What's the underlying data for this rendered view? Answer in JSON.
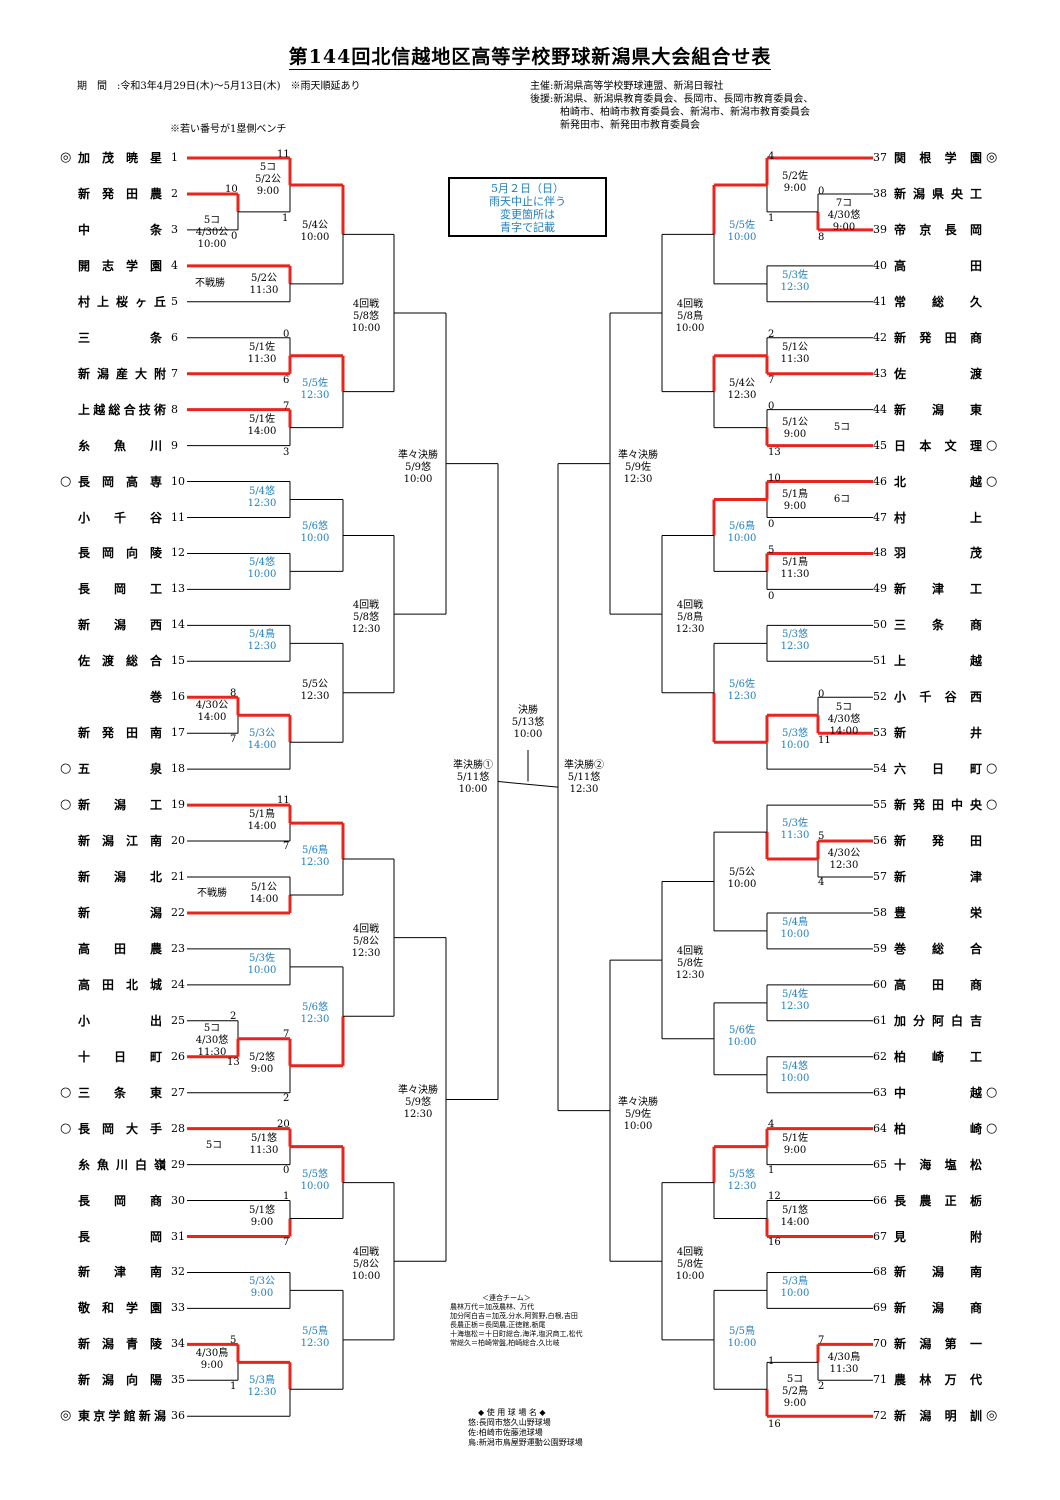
{
  "title": "第144回北信越地区高等学校野球新潟県大会組合せ表",
  "period": "期　間　:令和3年4月29日(木)～5月13日(木)　※雨天順延あり",
  "sponsor": "主催:新潟県高等学校野球連盟、新潟日報社\n後援:新潟県、新潟県教育委員会、長岡市、長岡市教育委員会、\n　　　柏崎市、柏崎市教育委員会、新潟市、新潟市教育委員会\n　　　新発田市、新発田市教育委員会",
  "bench_note": "※若い番号が1塁側ベンチ",
  "change_note": "5月２日（日）\n雨天中止に伴う\n変更箇所は\n青字で記載",
  "left_teams": [
    "加茂暁星",
    "新発田農",
    "中条",
    "開志学園",
    "村上桜ヶ丘",
    "三条",
    "新潟産大附",
    "上越総合技術",
    "糸魚川",
    "長岡高専",
    "小千谷",
    "長岡向陵",
    "長岡工",
    "新潟西",
    "佐渡総合",
    "巻",
    "新発田南",
    "五泉",
    "新潟工",
    "新潟江南",
    "新潟北",
    "新潟",
    "高田農",
    "高田北城",
    "小出",
    "十日町",
    "三条東",
    "長岡大手",
    "糸魚川白嶺",
    "長岡商",
    "長岡",
    "新津南",
    "敬和学園",
    "新潟青陵",
    "新潟向陽",
    "東京学館新潟"
  ],
  "right_teams": [
    "関根学園",
    "新潟県央工",
    "帝京長岡",
    "高田",
    "常総久",
    "新発田商",
    "佐渡",
    "新潟東",
    "日本文理",
    "北越",
    "村上",
    "羽茂",
    "新津工",
    "三条商",
    "上越",
    "小千谷西",
    "新井",
    "六日町",
    "新発田中央",
    "新発田",
    "新津",
    "豊栄",
    "巻総合",
    "高田商",
    "加分阿白吉",
    "柏崎工",
    "中越",
    "柏崎",
    "十海塩松",
    "長農正栃",
    "見附",
    "新潟南",
    "新潟商",
    "新潟第一",
    "農林万代",
    "新潟明訓"
  ],
  "left_marks": {
    "0": "◎",
    "9": "○",
    "17": "○",
    "18": "○",
    "26": "○",
    "27": "○",
    "35": "◎"
  },
  "right_marks": {
    "0": "◎",
    "8": "○",
    "9": "○",
    "17": "○",
    "18": "○",
    "26": "○",
    "27": "○",
    "35": "◎"
  },
  "final": "決勝\n5/13悠\n10:00",
  "semi_left": "準決勝①\n5/11悠\n10:00",
  "semi_right": "準決勝②\n5/11悠\n12:30",
  "rengo_title": "＜連合チーム＞",
  "rengo": "農林万代＝加茂農林、万代\n加分阿白吉＝加茂,分水,阿賀野,白根,吉田\n長農正栃＝長岡農,正徳館,栃尾\n十海塩松＝十日町総合,海洋,塩沢商工,松代\n常総久＝柏崎常盤,柏崎総合,久比岐",
  "venue_title": "◆ 使 用 球 場 名 ◆",
  "venues": "悠:長岡市悠久山野球場\n佐:柏崎市佐藤池球場\n鳥:新潟市鳥屋野運動公園野球場",
  "colors": {
    "win": "#e8241c",
    "blue": "#1f7fc0",
    "line": "#000000"
  }
}
